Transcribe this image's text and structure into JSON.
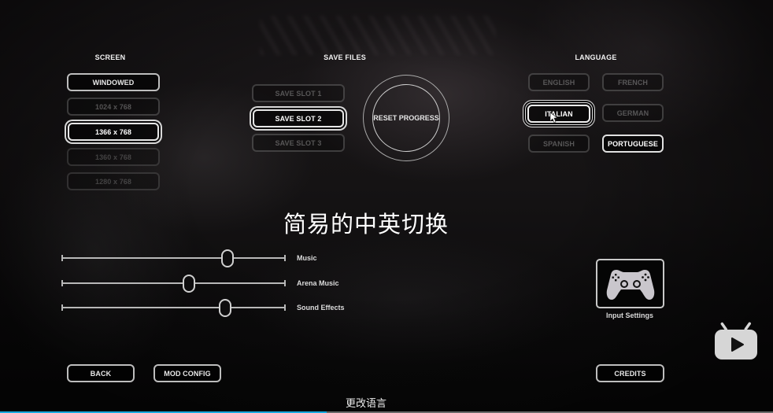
{
  "screen": {
    "heading": "SCREEN",
    "options": [
      {
        "label": "WINDOWED",
        "state": "enabled"
      },
      {
        "label": "1024 x 768",
        "state": "dim"
      },
      {
        "label": "1366 x 768",
        "state": "selected"
      },
      {
        "label": "1360 x 768",
        "state": "dim"
      },
      {
        "label": "1280 x 768",
        "state": "dim"
      }
    ]
  },
  "save_files": {
    "heading": "SAVE FILES",
    "slots": [
      {
        "label": "SAVE SLOT 1",
        "state": "dim"
      },
      {
        "label": "SAVE SLOT 2",
        "state": "selected"
      },
      {
        "label": "SAVE SLOT 3",
        "state": "dim"
      }
    ],
    "reset_label": "RESET PROGRESS"
  },
  "language": {
    "heading": "LANGUAGE",
    "options": [
      {
        "label": "ENGLISH",
        "state": "dim"
      },
      {
        "label": "FRENCH",
        "state": "dim"
      },
      {
        "label": "ITALIAN",
        "state": "hovered"
      },
      {
        "label": "GERMAN",
        "state": "dim"
      },
      {
        "label": "SPANISH",
        "state": "dim"
      },
      {
        "label": "PORTUGUESE",
        "state": "selected"
      }
    ]
  },
  "overlay_title": "简易的中英切换",
  "audio": {
    "sliders": [
      {
        "label": "Music",
        "value_percent": 74
      },
      {
        "label": "Arena Music",
        "value_percent": 57
      },
      {
        "label": "Sound Effects",
        "value_percent": 73
      }
    ]
  },
  "input_settings": {
    "label": "Input Settings",
    "icon": "gamepad-icon"
  },
  "footer": {
    "back_label": "BACK",
    "mod_config_label": "MOD CONFIG",
    "credits_label": "CREDITS"
  },
  "video_subtitle": "更改语言",
  "video_progress_percent": 42.3,
  "colors": {
    "accent_progress": "#18a9e0",
    "button_border": "#bdbdbd",
    "background": "#0b0a0b"
  }
}
